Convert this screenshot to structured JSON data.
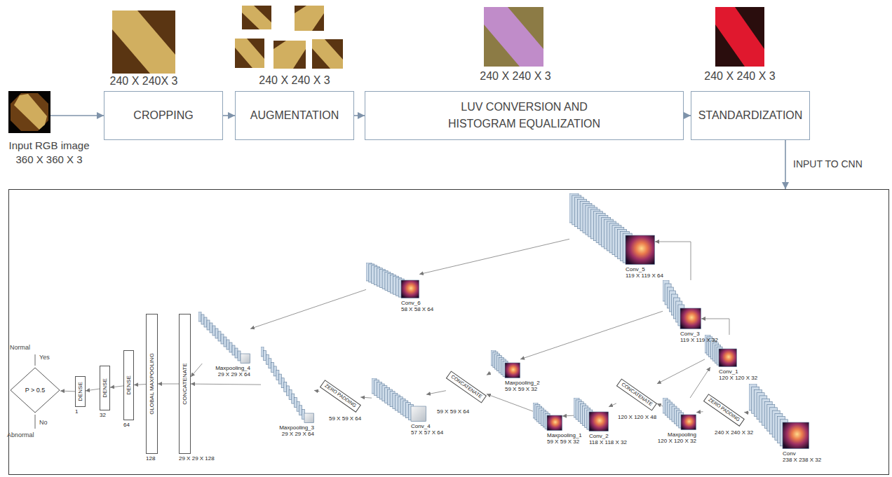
{
  "diagram": {
    "nodes": [
      {
        "text": [
          "Input RGB image 360 X 360 X 3"
        ]
      },
      {
        "text": [
          "CROPPING"
        ]
      },
      {
        "text": [
          "AUGMENTATION"
        ]
      },
      {
        "text": [
          "LUV CONVERSION AND HISTOGRAM EQUALIZATION"
        ]
      },
      {
        "text": [
          "STANDARDIZATION"
        ]
      },
      {
        "text": [
          "INPUT TO CNN"
        ]
      },
      {
        "text": [
          "Conv",
          "238 X 238 X 32"
        ],
        "in": 5
      },
      {
        "text": [
          "ZERO PADDING"
        ],
        "in": 5
      },
      {
        "text": [
          "Maxpooling",
          "120 X 120 X 32"
        ],
        "in": 5
      },
      {
        "text": [
          "Conv_1",
          "120 X 120 X 32"
        ],
        "in": 5
      },
      {
        "text": [
          "CONCATENATE"
        ],
        "in": 5
      },
      {
        "text": [
          "Conv_2",
          "118 X 118 X 32"
        ],
        "in": 5
      },
      {
        "text": [
          "Maxpooling_1",
          "59 X 59 X 32"
        ],
        "in": 5
      },
      {
        "text": [
          "Conv_3",
          "119 X 119 X 32"
        ],
        "in": 5
      },
      {
        "text": [
          "Maxpooling_2",
          "59 X 59 X 32"
        ],
        "in": 5
      },
      {
        "text": [
          "CONCATENATE"
        ],
        "in": 5
      },
      {
        "text": [
          "Conv_4",
          "57 X 57 X 64"
        ],
        "in": 5
      },
      {
        "text": [
          "ZERO PADDING"
        ],
        "in": 5
      },
      {
        "text": [
          "Maxpooling_3",
          "29 X 29 X 64"
        ],
        "in": 5
      },
      {
        "text": [
          "Conv_5",
          "119 X 119 X 64"
        ],
        "in": 5
      },
      {
        "text": [
          "Conv_6",
          "58 X 58 X 64"
        ],
        "in": 5
      },
      {
        "text": [
          "Maxpooling_4",
          "29 X 29 X 64"
        ],
        "in": 5
      },
      {
        "text": [
          "CONCATENATE",
          "29 X 29 X 128"
        ],
        "in": 5
      },
      {
        "text": [
          "GLOBAL MAXPOOLING",
          "128"
        ],
        "in": 5
      },
      {
        "text": [
          "DENSE",
          "64"
        ],
        "in": 5
      },
      {
        "text": [
          "DENSE",
          "32"
        ],
        "in": 5
      },
      {
        "text": [
          "DENSE",
          "1"
        ],
        "in": 5
      },
      {
        "text": [
          "P > 0.5"
        ],
        "in": 5
      }
    ],
    "edges": [
      {
        "from": 0,
        "to": 1,
        "arrow": "to"
      },
      {
        "from": 1,
        "to": 2,
        "arrow": "to"
      },
      {
        "from": 2,
        "to": 3,
        "arrow": "to"
      },
      {
        "from": 3,
        "to": 4,
        "arrow": "to"
      },
      {
        "from": 4,
        "to": 5,
        "arrow": "to"
      },
      {
        "from": 6,
        "to": 7,
        "label": "240 X 240 X 32",
        "arrow": "to"
      },
      {
        "from": 7,
        "to": 8,
        "arrow": "to"
      },
      {
        "from": 8,
        "to": 9,
        "arrow": "to"
      },
      {
        "from": 8,
        "to": 10,
        "arrow": "to"
      },
      {
        "from": 9,
        "to": 10,
        "arrow": "to"
      },
      {
        "from": 10,
        "to": 11,
        "label": "120 X 120 X 48",
        "arrow": "to"
      },
      {
        "from": 11,
        "to": 12,
        "arrow": "to"
      },
      {
        "from": 9,
        "to": 13,
        "arrow": "to"
      },
      {
        "from": 13,
        "to": 14,
        "arrow": "to"
      },
      {
        "from": 12,
        "to": 15,
        "arrow": "to"
      },
      {
        "from": 14,
        "to": 15,
        "arrow": "to"
      },
      {
        "from": 15,
        "to": 16,
        "label": "59 X 59 X 64",
        "arrow": "to"
      },
      {
        "from": 16,
        "to": 17,
        "arrow": "to"
      },
      {
        "from": 17,
        "to": 18,
        "label": "59 X 59 X 64",
        "arrow": "to"
      },
      {
        "from": 13,
        "to": 19,
        "arrow": "to"
      },
      {
        "from": 19,
        "to": 20,
        "arrow": "to"
      },
      {
        "from": 20,
        "to": 21,
        "arrow": "to"
      },
      {
        "from": 21,
        "to": 22,
        "arrow": "to"
      },
      {
        "from": 18,
        "to": 22,
        "arrow": "to"
      },
      {
        "from": 22,
        "to": 23,
        "arrow": "to"
      },
      {
        "from": 23,
        "to": 24,
        "arrow": "to"
      },
      {
        "from": 24,
        "to": 25,
        "arrow": "to"
      },
      {
        "from": 25,
        "to": 26,
        "arrow": "to"
      },
      {
        "from": 26,
        "to": 27,
        "arrow": "to"
      }
    ],
    "labels": [
      "240 X 240X 3",
      "240 X 240 X 3",
      "240 X 240 X 3",
      "240 X 240 X 3",
      "Normal",
      "Yes",
      "No",
      "Abnormal"
    ]
  }
}
